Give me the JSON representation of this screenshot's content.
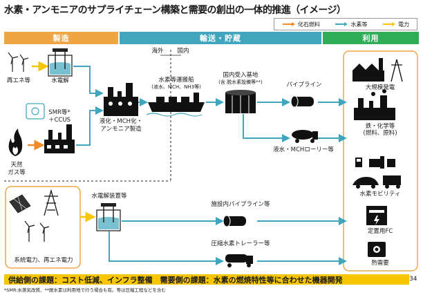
{
  "title": "水素・アンモニアのサプライチェーン構築と需要の創出の一体的推進（イメージ）",
  "legend": {
    "items": [
      {
        "label": "化石燃料",
        "color": "#f08a2a"
      },
      {
        "label": "水素等",
        "color": "#3fa6bd"
      },
      {
        "label": "電力",
        "color": "#f7c600"
      }
    ]
  },
  "bands": {
    "manufacturing": "製造",
    "transport": "輸送・貯蔵",
    "use": "利用"
  },
  "labels": {
    "renewables": "再エネ等",
    "electrolysis": "水電解",
    "smr": "SMR等*\n＋CCUS",
    "natural_gas": "天然\nガス等",
    "conversion": "液化・MCH化・\nアンモニア製造",
    "overseas": "海外",
    "domestic": "国内",
    "carrier": "水素等運搬船",
    "carrier_sub": "(液水、MCH、NH3等)",
    "terminal": "国内受入基地",
    "terminal_sub": "(含 脱水素設備等**)",
    "pipeline": "パイプライン",
    "lorry": "液水・MCHローリー等",
    "electrolyzer": "水電解装置等",
    "onsite_pipeline": "施設内パイプライン等",
    "tube_trailer": "圧縮水素トレーラー等",
    "grid_power": "系統電力、再エネ電力"
  },
  "uses": [
    {
      "label": "大規模発電",
      "icon": "power-plant-icon"
    },
    {
      "label": "鉄・化学等\n(燃料、原料)",
      "icon": "factory-icon"
    },
    {
      "label": "水素モビリティ",
      "icon": "mobility-icon"
    },
    {
      "label": "定置用FC",
      "icon": "fuel-cell-icon"
    },
    {
      "label": "熱需要",
      "icon": "boiler-icon"
    }
  ],
  "bottom_bar": "供給側の課題：コスト低減、インフラ整備　需要側の課題：水素の燃焼特性等に合わせた機器開発",
  "page_number": "34",
  "footnote": "*SMR:水蒸気改質、**脱水素は利用地で行う場合も有。等は圧縮工程などを含む"
}
